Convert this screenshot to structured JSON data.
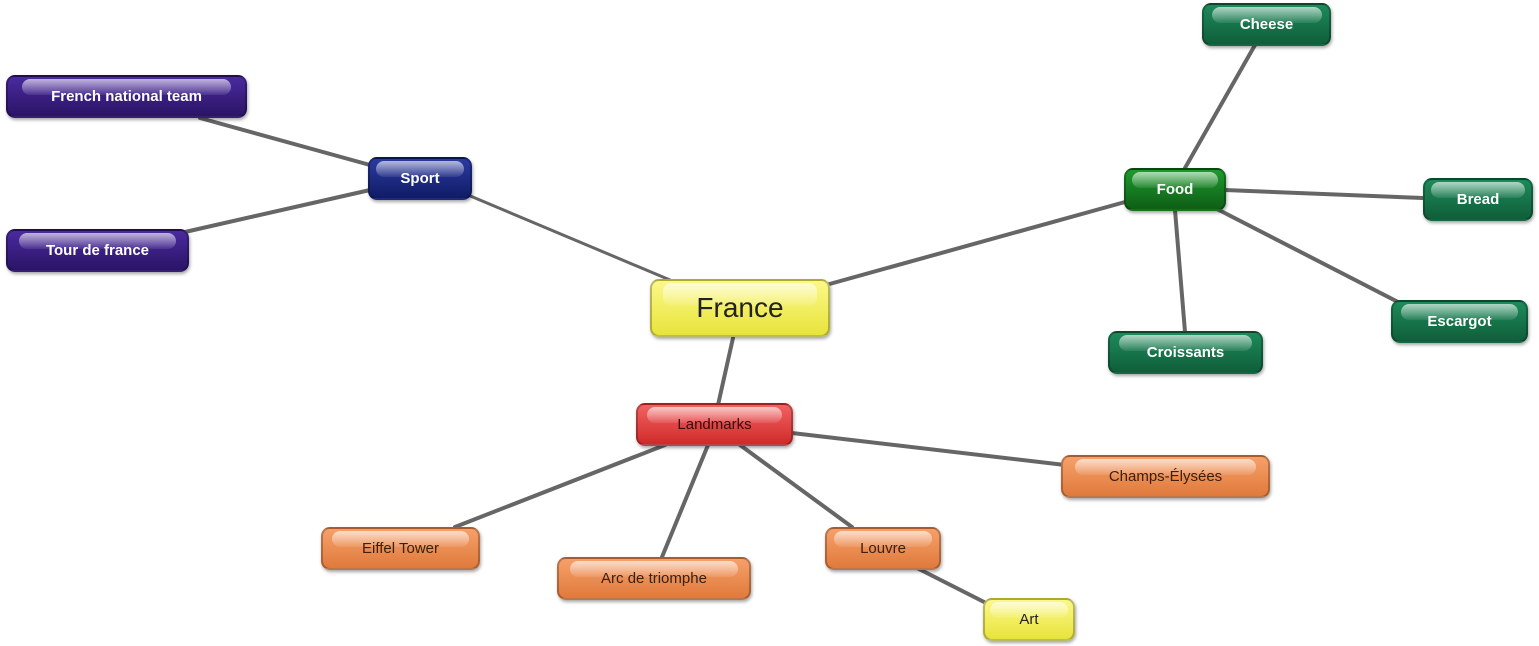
{
  "diagram": {
    "type": "mind-map",
    "root": {
      "label": "France"
    },
    "branches": {
      "sport": {
        "label": "Sport",
        "children": [
          "French national team",
          "Tour de france"
        ]
      },
      "food": {
        "label": "Food",
        "children": [
          "Cheese",
          "Bread",
          "Escargot",
          "Croissants"
        ]
      },
      "landmarks": {
        "label": "Landmarks",
        "children": [
          "Eiffel Tower",
          "Arc de triomphe",
          "Louvre",
          "Champs-Élysées"
        ],
        "sub": {
          "louvre": [
            "Art"
          ]
        }
      }
    },
    "colors": {
      "root": "#f2ee56",
      "sport_nodes": "#1a237e",
      "sport_leaves": "#3a1c80",
      "food_node": "#138a1f",
      "food_leaves": "#15754a",
      "landmarks_node": "#e23a3a",
      "landmark_leaves": "#ee8a4a",
      "edges": "#666666"
    }
  }
}
